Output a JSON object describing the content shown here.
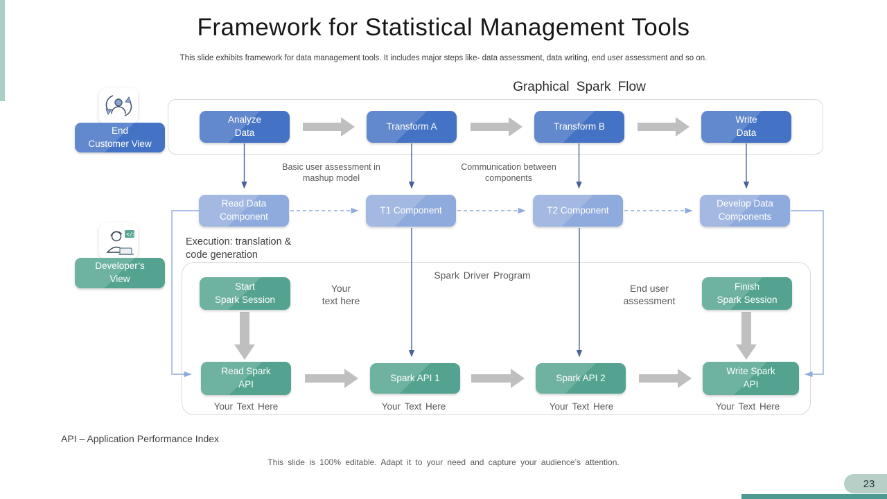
{
  "palette": {
    "primary_blue": "#4472c4",
    "light_blue": "#8faadc",
    "green_teal": "#53a390",
    "arrow_gray": "#bfbfbf",
    "connector_blue": "#46629f",
    "accent_sage": "#a9cec6",
    "badge_sage": "#b7cfc7",
    "strip_teal": "#4c9a92"
  },
  "slide": {
    "title": "Framework for Statistical Management Tools",
    "subtitle": "This slide exhibits framework for data management tools. It includes major steps like- data assessment, data writing, end user assessment and so on.",
    "abbreviation_note": "API – Application Performance Index",
    "editable_note": "This slide is 100% editable. Adapt it to your need and capture your audience’s attention.",
    "page_number": "23"
  },
  "views": {
    "end_customer": {
      "label": "End\nCustomer View"
    },
    "developer": {
      "label": "Developer’s\nView"
    }
  },
  "flow": {
    "heading": "Graphical Spark Flow",
    "top_row": [
      "Analyze\nData",
      "Transform A",
      "Transform B",
      "Write\nData"
    ],
    "mid_row": [
      "Read Data\nComponent",
      "T1 Component",
      "T2 Component",
      "Develop Data\nComponents"
    ],
    "annotations": {
      "basic_user": "Basic user assessment in\nmashup model",
      "communication": "Communication between\ncomponents",
      "execution": "Execution: translation &\ncode generation",
      "your_text": "Your\ntext here",
      "end_user": "End user\nassessment"
    },
    "spark_program": {
      "title": "Spark Driver Program",
      "session_boxes": [
        "Start\nSpark Session",
        "Finish\nSpark Session"
      ],
      "api_row": [
        "Read Spark\nAPI",
        "Spark API 1",
        "Spark API 2",
        "Write Spark\nAPI"
      ],
      "captions": [
        "Your Text Here",
        "Your Text Here",
        "Your Text Here",
        "Your Text Here"
      ]
    }
  },
  "icons": {
    "customer": "customer-cycle-icon",
    "developer": "developer-code-icon",
    "developer_glyph": "</>"
  }
}
